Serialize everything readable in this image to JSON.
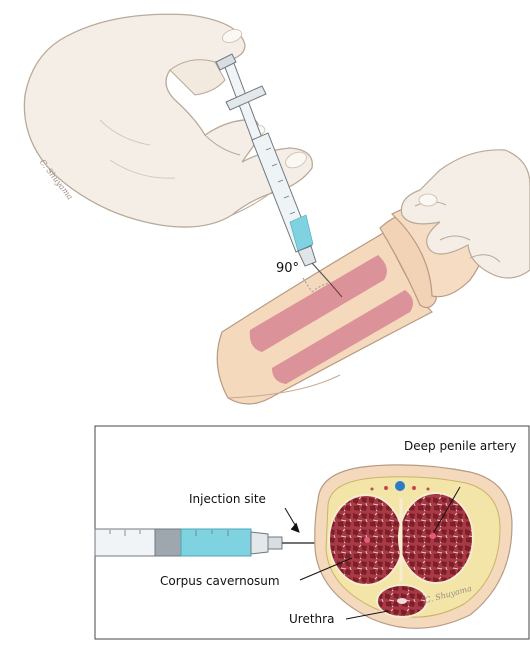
{
  "top_illustration": {
    "angle_label": "90°",
    "signature": "C. Shuyama"
  },
  "cross_section": {
    "labels": {
      "injection_site": "Injection site",
      "deep_penile_artery": "Deep penile artery",
      "corpus_cavernosum": "Corpus cavernosum",
      "urethra": "Urethra"
    },
    "signature": "C. Shuyama"
  },
  "colors": {
    "skin": "#f4d9bd",
    "skin_outline": "#b89a84",
    "glove": "#f5eee6",
    "cavernosa_pink": "#d98995",
    "tissue_red": "#8e2631",
    "tunica_yellow": "#f3e4a8",
    "syringe_fluid": "#7fd3e0"
  }
}
